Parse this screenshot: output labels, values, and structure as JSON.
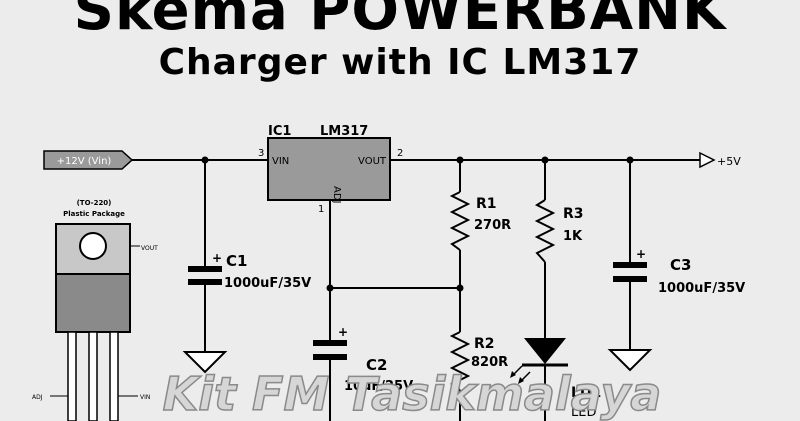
{
  "title": "Skema POWERBANK",
  "subtitle": "Charger with IC LM317",
  "input_label": "+12V (Vin)",
  "output_label": "+5V",
  "ic": {
    "ref": "IC1",
    "part": "LM317",
    "pin_in": "VIN",
    "pin_out": "VOUT",
    "pin_adj": "ADJ",
    "pin_in_num": "3",
    "pin_out_num": "2",
    "pin_adj_num": "1"
  },
  "package": {
    "name": "(TO-220)",
    "desc": "Plastic Package",
    "pin_vout": "VOUT",
    "pin_adj": "ADJ",
    "pin_vin": "VIN"
  },
  "components": {
    "c1_ref": "C1",
    "c1_val": "1000uF/35V",
    "c2_ref": "C2",
    "c2_val": "10uF/25V",
    "c3_ref": "C3",
    "c3_val": "1000uF/35V",
    "r1_ref": "R1",
    "r1_val": "270R",
    "r2_ref": "R2",
    "r2_val": "820R",
    "r3_ref": "R3",
    "r3_val": "1K",
    "ld1_ref": "LD1",
    "ld1_val": "LED"
  },
  "watermark": "Kit FM Tasikmalaya"
}
